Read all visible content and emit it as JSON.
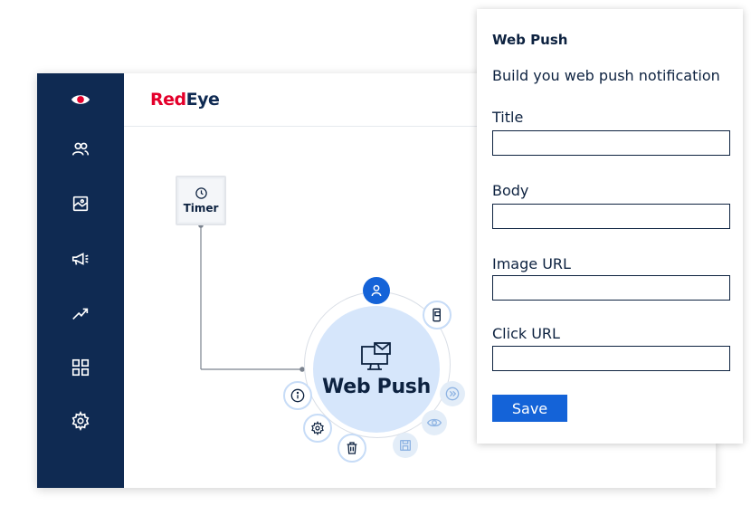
{
  "brand": {
    "part1": "Red",
    "part2": "Eye"
  },
  "sidebar": {
    "items": [
      {
        "icon": "eye-icon"
      },
      {
        "icon": "users-icon"
      },
      {
        "icon": "image-icon"
      },
      {
        "icon": "megaphone-icon"
      },
      {
        "icon": "trend-up-icon"
      },
      {
        "icon": "grid-icon"
      },
      {
        "icon": "gear-icon"
      }
    ]
  },
  "canvas": {
    "timer_node": {
      "label": "Timer",
      "icon": "clock-icon"
    },
    "main_node": {
      "label": "Web Push",
      "icon": "monitor-mail-icon"
    },
    "actions": [
      {
        "icon": "user-icon"
      },
      {
        "icon": "mobile-icon"
      },
      {
        "icon": "double-chevron-right-icon"
      },
      {
        "icon": "eye-icon"
      },
      {
        "icon": "save-icon"
      },
      {
        "icon": "trash-icon"
      },
      {
        "icon": "gear-icon"
      },
      {
        "icon": "info-icon"
      }
    ]
  },
  "panel": {
    "title": "Web Push",
    "subtitle": "Build you web push notification",
    "fields": [
      {
        "label": "Title",
        "value": ""
      },
      {
        "label": "Body",
        "value": ""
      },
      {
        "label": "Image URL",
        "value": ""
      },
      {
        "label": "Click URL",
        "value": ""
      }
    ],
    "save_label": "Save"
  },
  "colors": {
    "navy": "#0f2a52",
    "brand_red": "#e4002b",
    "primary_blue": "#1463d8",
    "node_fill": "#d6e6fb"
  }
}
